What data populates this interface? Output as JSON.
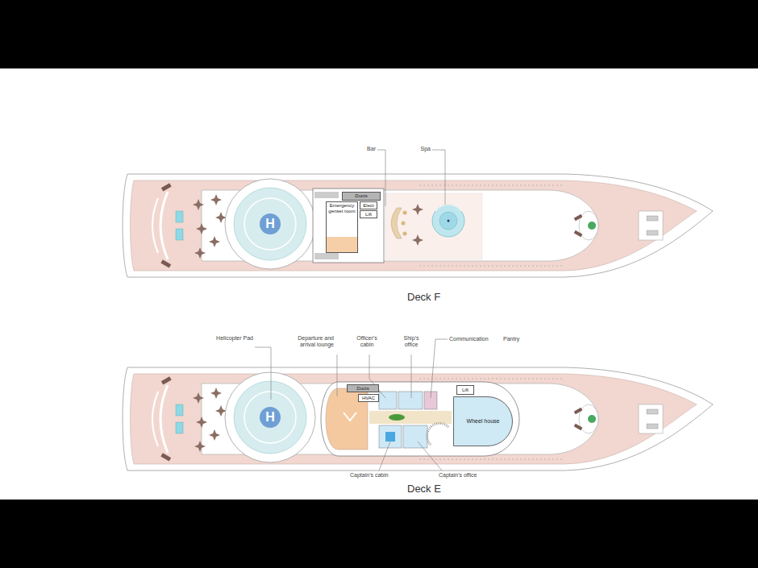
{
  "diagram": {
    "nodes": [
      {
        "text": [
          "H"
        ]
      },
      {
        "text": [
          "Ducts"
        ]
      },
      {
        "text": [
          "Elect"
        ]
      },
      {
        "text": [
          "Lift"
        ]
      },
      {
        "text": [
          "Emergency genset room"
        ]
      },
      {
        "text": [
          "H"
        ]
      },
      {
        "text": [
          "Ducts"
        ]
      },
      {
        "text": [
          "HVAC"
        ]
      },
      {
        "text": [
          "Lift"
        ]
      },
      {
        "text": [
          "Wheel house"
        ]
      }
    ],
    "labels": [
      "Bar",
      "Spa",
      "Deck F",
      "Helicopter Pad",
      "Departure and arrival lounge",
      "Officer's cabin",
      "Ship's office",
      "Communication",
      "Pantry",
      "Captain's cabin",
      "Captain's office",
      "Deck E"
    ]
  }
}
